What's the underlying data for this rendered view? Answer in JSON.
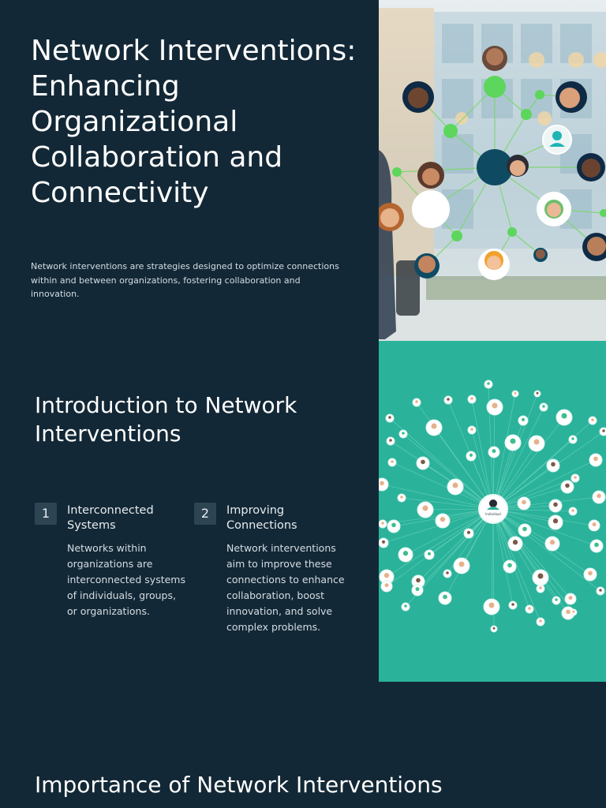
{
  "hero": {
    "title": "Network Interventions: Enhancing Organizational Collaboration and Connectivity",
    "subtitle": "Network interventions are strategies designed to optimize connections within and between organizations, fostering collaboration and innovation."
  },
  "intro": {
    "title": "Introduction to Network Interventions",
    "cards": [
      {
        "number": "1",
        "title": "Interconnected Systems",
        "body": "Networks within organizations are interconnected systems of individuals, groups, or organizations."
      },
      {
        "number": "2",
        "title": "Improving Connections",
        "body": "Network interventions aim to improve these connections to enhance collaboration, boost innovation, and solve complex problems."
      }
    ]
  },
  "network_image": {
    "center_label": "Individual"
  },
  "importance": {
    "title": "Importance of Network Interventions"
  },
  "colors": {
    "background": "#132836",
    "accent_teal": "#2bb29b",
    "node_green": "#5cd65c",
    "node_navy": "#0f4a63"
  }
}
